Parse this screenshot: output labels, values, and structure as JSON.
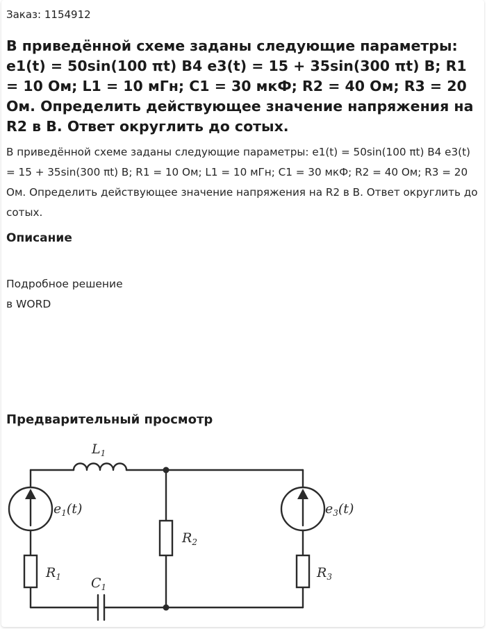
{
  "order": {
    "label": "Заказ: 1154912"
  },
  "task": {
    "title": "В приведённой схеме заданы следующие параметры: e1(t) = 50sin(100 πt) В4 e3(t) = 15 + 35sin(300 πt) В; R1 = 10 Ом; L1 = 10 мГн; C1 = 30 мкФ; R2 = 40 Ом; R3 = 20 Ом. Определить действующее значение напряжения на R2 в В. Ответ округлить до сотых.",
    "description": "В приведённой схеме заданы следующие параметры: e1(t) = 50sin(100 πt) В4 e3(t) = 15 + 35sin(300 πt) В; R1 = 10 Ом; L1 = 10 мГн; C1 = 30 мкФ; R2 = 40 Ом; R3 = 20 Ом. Определить действующее значение напряжения на R2 в В. Ответ округлить до сотых."
  },
  "description_section": {
    "heading": "Описание",
    "lines": [
      "Подробное решение",
      "в WORD"
    ]
  },
  "preview_section": {
    "heading": "Предварительный просмотр"
  },
  "circuit": {
    "labels": {
      "L1": "L",
      "L1_sub": "1",
      "e1": "e",
      "e1_sub": "1",
      "e1_tail": "(t)",
      "R2": "R",
      "R2_sub": "2",
      "e3": "e",
      "e3_sub": "3",
      "e3_tail": "(t)",
      "R1": "R",
      "R1_sub": "1",
      "C1": "C",
      "C1_sub": "1",
      "R3": "R",
      "R3_sub": "3"
    }
  }
}
